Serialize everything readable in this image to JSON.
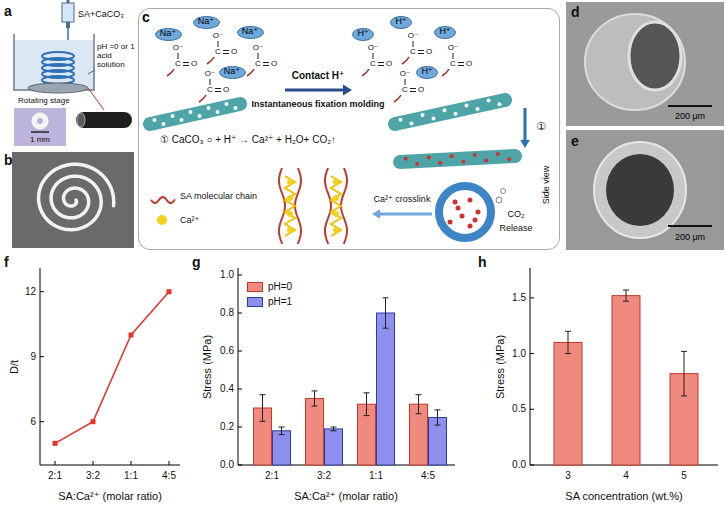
{
  "diagram": {
    "nodes": [
      {
        "text": [
          "c"
        ]
      },
      {
        "text": [
          "Na⁺"
        ],
        "in": 0
      },
      {
        "text": [
          "Na⁺"
        ],
        "in": 0
      },
      {
        "text": [
          "Na⁺"
        ],
        "in": 0
      },
      {
        "text": [
          "Na⁺"
        ],
        "in": 0
      },
      {
        "text": [
          "H⁺"
        ],
        "in": 0
      },
      {
        "text": [
          "H⁺"
        ],
        "in": 0
      },
      {
        "text": [
          "H⁺"
        ],
        "in": 0
      },
      {
        "text": [
          "H⁺"
        ],
        "in": 0
      }
    ],
    "labels": [
      "a",
      "SA+CaCO₃",
      "pH =0 or 1 acid solution",
      "Rotating stage",
      "1 mm",
      "b",
      "O⁻",
      "C",
      "O",
      "O⁻",
      "C",
      "O",
      "O⁻",
      "C",
      "O",
      "O⁻",
      "C",
      "O",
      "O⁻",
      "C",
      "O",
      "O⁻",
      "C",
      "O",
      "O⁻",
      "C",
      "O",
      "O⁻",
      "C",
      "O",
      "Contact H⁺",
      "Instantaneous fixation molding",
      "① CaCO₃ ○ + H⁺ → Ca²⁺ + H₂O+ CO₂↑",
      "①",
      "Side view",
      "Ca²⁺ crosslink",
      "CO₂",
      "Release",
      "d",
      "200 μm",
      "e",
      "200 μm",
      "f",
      "D/t",
      "6",
      "9",
      "12",
      "2:1",
      "3:2",
      "1:1",
      "4:5",
      "SA:Ca²⁺ (molar ratio)",
      "g",
      "Stress (MPa)",
      "0.0",
      "0.2",
      "0.4",
      "0.6",
      "0.8",
      "1.0",
      "2:1",
      "3:2",
      "1:1",
      "4:5",
      "SA:Ca²⁺ (molar ratio)",
      "h",
      "Stress (MPa)",
      "0.0",
      "0.5",
      "1.0",
      "1.5",
      "3",
      "4",
      "5",
      "SA concentration (wt.%)"
    ],
    "legend": [
      {
        "text": "SA molecular chain"
      },
      {
        "text": "Ca²⁺",
        "color": "#f2d21b"
      },
      {
        "text": "pH=0",
        "color": "#f08a7e"
      },
      {
        "text": "pH=1",
        "color": "#8f8ff0"
      }
    ]
  }
}
